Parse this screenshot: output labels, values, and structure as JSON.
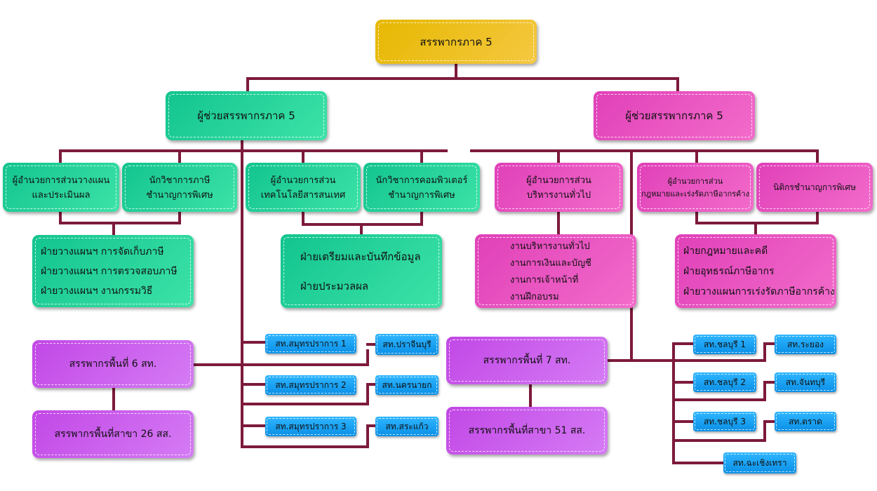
{
  "colors": {
    "connector": "#7d1a3c",
    "gold": "#f0c02e",
    "green": "#22d89b",
    "pink": "#eb5cc4",
    "purple": "#cd62ef",
    "blue": "#1aa3f5"
  },
  "root": {
    "title": "สรรพากรภาค 5"
  },
  "assistant_left": {
    "title": "ผู้ช่วยสรรพากรภาค 5"
  },
  "assistant_right": {
    "title": "ผู้ช่วยสรรพากรภาค 5"
  },
  "units": {
    "planning_director": {
      "line1": "ผู้อำนวยการส่วนวางแผน",
      "line2": "และประเมินผล"
    },
    "tax_specialist": {
      "line1": "นักวิชาการภาษี",
      "line2": "ชำนาญการพิเศษ"
    },
    "it_director": {
      "line1": "ผู้อำนวยการส่วน",
      "line2": "เทคโนโลยีสารสนเทศ"
    },
    "computer_specialist": {
      "line1": "นักวิชาการคอมพิวเตอร์",
      "line2": "ชำนาญการพิเศษ"
    },
    "admin_director": {
      "line1": "ผู้อำนวยการส่วน",
      "line2": "บริหารงานทั่วไป"
    },
    "legal_director": {
      "line1": "ผู้อำนวยการส่วน",
      "line2": "กฎหมายและเร่งรัดภาษีอากรค้าง"
    },
    "legal_specialist": {
      "line1": "นิติกรชำนาญการพิเศษ"
    }
  },
  "sections": {
    "planning": [
      "ฝ่ายวางแผนฯ การจัดเก็บภาษี",
      "ฝ่ายวางแผนฯ การตรวจสอบภาษี",
      "ฝ่ายวางแผนฯ งานกรรมวิธี"
    ],
    "it": [
      "ฝ่ายเตรียมและบันทึกข้อมูล",
      "ฝ่ายประมวลผล"
    ],
    "admin": [
      "งานบริหารงานทั่วไป",
      "งานการเงินและบัญชี",
      "งานการเจ้าหน้าที่",
      "งานฝึกอบรม"
    ],
    "legal": [
      "ฝ่ายกฎหมายและคดี",
      "ฝ่ายอุทธรณ์ภาษีอากร",
      "ฝ่ายวางแผนการเร่งรัดภาษีอากรค้าง"
    ]
  },
  "area_left": {
    "title": "สรรพากรพื้นที่ 6 สท.",
    "branch": "สรรพากรพื้นที่สาขา 26 สส."
  },
  "area_right": {
    "title": "สรรพากรพื้นที่ 7 สท.",
    "branch": "สรรพากรพื้นที่สาขา 51 สส."
  },
  "offices_left": {
    "main": [
      "สท.สมุทรปราการ 1",
      "สท.สมุทรปราการ 2",
      "สท.สมุทรปราการ 3"
    ],
    "side": [
      "สท.ปราจีนบุรี",
      "สท.นครนายก",
      "สท.สระแก้ว"
    ]
  },
  "offices_right": {
    "main": [
      "สท.ชลบุรี 1",
      "สท.ชลบุรี 2",
      "สท.ชลบุรี 3",
      "สท.ฉะเชิงเทรา"
    ],
    "side": [
      "สท.ระยอง",
      "สท.จันทบุรี",
      "สท.ตราด"
    ]
  }
}
